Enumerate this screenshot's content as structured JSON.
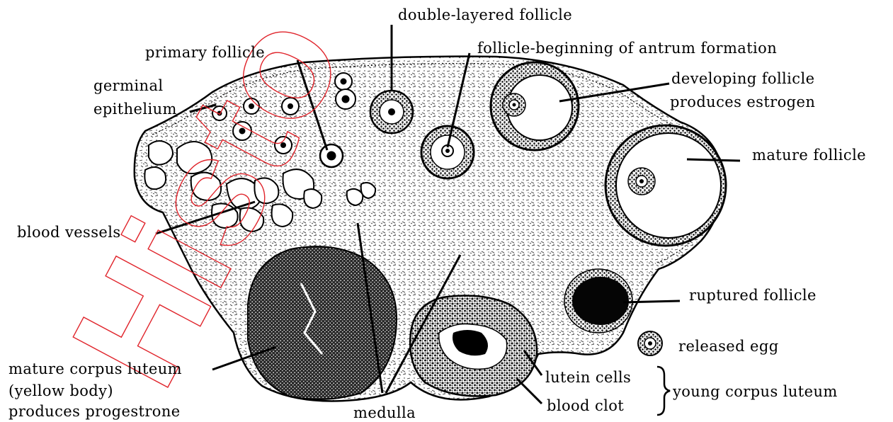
{
  "watermark": {
    "text": "Histo",
    "color": "#e0242b"
  },
  "labels": {
    "double_layered": "double-layered follicle",
    "primary": "primary follicle",
    "antrum": "follicle-beginning of antrum formation",
    "germinal_1": "germinal",
    "germinal_2": "epithelium",
    "developing_1": "developing follicle",
    "developing_2": "produces estrogen",
    "mature_follicle": "mature follicle",
    "blood_vessels": "blood vessels",
    "ruptured": "ruptured follicle",
    "released_egg": "released egg",
    "corpus_1": "mature corpus luteum",
    "corpus_2": "(yellow body)",
    "corpus_3": "produces progestrone",
    "lutein": "lutein cells",
    "young_corpus": "young corpus luteum",
    "blood_clot": "blood clot",
    "medulla": "medulla"
  },
  "colors": {
    "ink": "#000000",
    "paper": "#ffffff",
    "stroma": "#3a3a3a"
  }
}
